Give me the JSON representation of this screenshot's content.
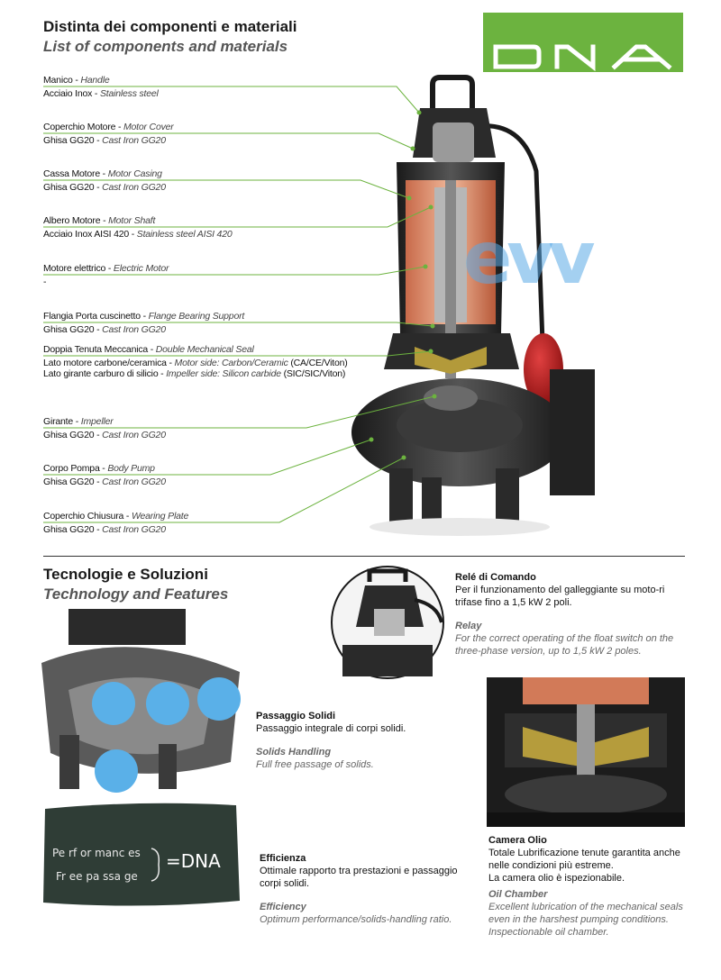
{
  "header": {
    "title": "Distinta dei componenti e materiali",
    "subtitle": "List of components and materials"
  },
  "logo": {
    "text": "DNA",
    "color": "#6cb33f"
  },
  "components": [
    {
      "it": "Manico",
      "en": "Handle",
      "mat_it": "Acciaio Inox",
      "mat_en": "Stainless steel"
    },
    {
      "it": "Coperchio Motore",
      "en": "Motor Cover",
      "mat_it": "Ghisa GG20",
      "mat_en": "Cast Iron GG20"
    },
    {
      "it": "Cassa Motore",
      "en": "Motor Casing",
      "mat_it": "Ghisa GG20",
      "mat_en": "Cast Iron GG20"
    },
    {
      "it": "Albero Motore",
      "en": "Motor Shaft",
      "mat_it": "Acciaio Inox AISI 420",
      "mat_en": "Stainless steel AISI 420"
    },
    {
      "it": "Motore elettrico",
      "en": "Electric Motor",
      "mat_it": "-",
      "mat_en": ""
    },
    {
      "it": "Flangia Porta cuscinetto",
      "en": "Flange Bearing Support",
      "mat_it": "Ghisa GG20",
      "mat_en": "Cast Iron GG20"
    },
    {
      "it": "Girante",
      "en": "Impeller",
      "mat_it": "Ghisa GG20",
      "mat_en": "Cast Iron GG20"
    },
    {
      "it": "Corpo Pompa",
      "en": "Body Pump",
      "mat_it": "Ghisa GG20",
      "mat_en": "Cast Iron GG20"
    },
    {
      "it": "Coperchio Chiusura",
      "en": "Wearing Plate",
      "mat_it": "Ghisa GG20",
      "mat_en": "Cast Iron GG20"
    }
  ],
  "seal": {
    "it": "Doppia Tenuta Meccanica",
    "en": "Double Mechanical Seal",
    "motor_it": "Lato motore carbone/ceramica",
    "motor_en": "Motor side: Carbon/Ceramic",
    "motor_code": "(CA/CE/Viton)",
    "impeller_it": "Lato girante carburo di silicio",
    "impeller_en": "Impeller side: Silicon carbide",
    "impeller_code": "(SIC/SIC/Viton)"
  },
  "watermark": "evv",
  "section2": {
    "title": "Tecnologie e Soluzioni",
    "subtitle": "Technology and Features"
  },
  "features": {
    "relay": {
      "title_it": "Relé di Comando",
      "text_it": "Per il funzionamento del galleggiante su moto-ri trifase fino a 1,5 kW 2 poli.",
      "title_en": "Relay",
      "text_en": "For the correct operating of the float switch on the three-phase version, up to 1,5 kW 2 poles."
    },
    "solids": {
      "title_it": "Passaggio Solidi",
      "text_it": "Passaggio integrale di corpi solidi.",
      "title_en": "Solids Handling",
      "text_en": "Full free passage of solids."
    },
    "efficiency": {
      "title_it": "Efficienza",
      "text_it": "Ottimale rapporto tra prestazioni e passaggio corpi solidi.",
      "title_en": "Efficiency",
      "text_en": "Optimum performance/solids-handling ratio."
    },
    "oil": {
      "title_it": "Camera Olio",
      "text_it_1": "Totale Lubrificazione tenute garantita anche nelle condizioni più estreme.",
      "text_it_2": "La camera olio è ispezionabile.",
      "title_en": "Oil Chamber",
      "text_en": "Excellent lubrication of the mechanical seals even in the harshest pumping conditions. Inspectionable oil chamber."
    }
  },
  "chalkboard": {
    "line1": "Pe rf or manc es",
    "line2": "Fr ee pa ssa ge",
    "result": "=DNA"
  }
}
